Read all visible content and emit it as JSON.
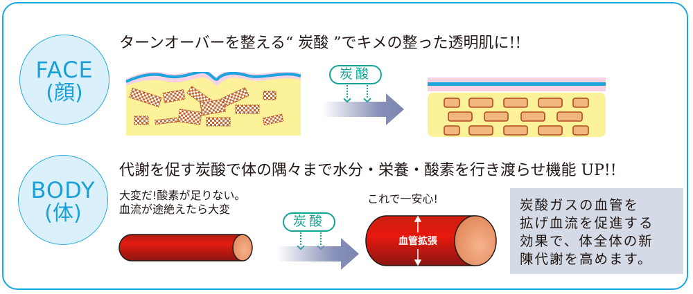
{
  "face": {
    "badge_en": "FACE",
    "badge_jp": "(顔)",
    "heading": "ターンオーバーを整える“ 炭酸 ”でキメの整った透明肌に!!",
    "tansan_label": "炭酸"
  },
  "body": {
    "badge_en": "BODY",
    "badge_jp": "(体)",
    "heading": "代謝を促す炭酸で体の隅々まで水分・栄養・酸素を行き渡らせ機能 UP!!",
    "before_caption_line1": "大変だ!酸素が足りない。",
    "before_caption_line2": "血流が途絶えたら大変",
    "tansan_label": "炭酸",
    "after_caption": "これで一安心!",
    "vessel_label": "血管拡張",
    "info_lines": [
      "炭酸ガスの血管を",
      "拡げ血流を促進する",
      "効果で、体全体の新",
      "陳代謝を高めます。"
    ]
  },
  "colors": {
    "frame": "#1aa7dd",
    "badge_fill": "#daf1fb",
    "badge_text": "#1a9fd7",
    "tansan": "#12a595",
    "skin_yellow": "#fbf29a",
    "skin_pink": "#f6d2e4",
    "skin_blue": "#1ea4dc",
    "cell_fill": "#f2b77f",
    "cell_border": "#b0481c",
    "vessel_red": "#d41f16",
    "infobox_bg": "#d4dbe6"
  }
}
